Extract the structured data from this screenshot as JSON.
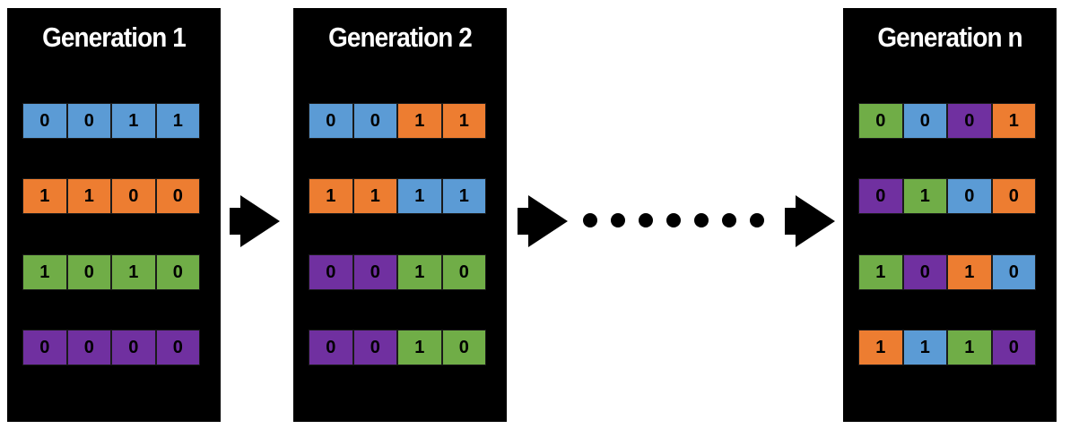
{
  "colors": {
    "blue": "#5b9bd5",
    "orange": "#ed7d31",
    "green": "#70ad47",
    "purple": "#7030a0",
    "panel": "#000000",
    "title_text": "#ffffff"
  },
  "generations": [
    {
      "title": "Generation 1",
      "chromosomes": [
        {
          "genes": [
            {
              "value": "0",
              "color": "blue"
            },
            {
              "value": "0",
              "color": "blue"
            },
            {
              "value": "1",
              "color": "blue"
            },
            {
              "value": "1",
              "color": "blue"
            }
          ]
        },
        {
          "genes": [
            {
              "value": "1",
              "color": "orange"
            },
            {
              "value": "1",
              "color": "orange"
            },
            {
              "value": "0",
              "color": "orange"
            },
            {
              "value": "0",
              "color": "orange"
            }
          ]
        },
        {
          "genes": [
            {
              "value": "1",
              "color": "green"
            },
            {
              "value": "0",
              "color": "green"
            },
            {
              "value": "1",
              "color": "green"
            },
            {
              "value": "0",
              "color": "green"
            }
          ]
        },
        {
          "genes": [
            {
              "value": "0",
              "color": "purple"
            },
            {
              "value": "0",
              "color": "purple"
            },
            {
              "value": "0",
              "color": "purple"
            },
            {
              "value": "0",
              "color": "purple"
            }
          ]
        }
      ]
    },
    {
      "title": "Generation 2",
      "chromosomes": [
        {
          "genes": [
            {
              "value": "0",
              "color": "blue"
            },
            {
              "value": "0",
              "color": "blue"
            },
            {
              "value": "1",
              "color": "orange"
            },
            {
              "value": "1",
              "color": "orange"
            }
          ]
        },
        {
          "genes": [
            {
              "value": "1",
              "color": "orange"
            },
            {
              "value": "1",
              "color": "orange"
            },
            {
              "value": "1",
              "color": "blue"
            },
            {
              "value": "1",
              "color": "blue"
            }
          ]
        },
        {
          "genes": [
            {
              "value": "0",
              "color": "purple"
            },
            {
              "value": "0",
              "color": "purple"
            },
            {
              "value": "1",
              "color": "green"
            },
            {
              "value": "0",
              "color": "green"
            }
          ]
        },
        {
          "genes": [
            {
              "value": "0",
              "color": "purple"
            },
            {
              "value": "0",
              "color": "purple"
            },
            {
              "value": "1",
              "color": "green"
            },
            {
              "value": "0",
              "color": "green"
            }
          ]
        }
      ]
    },
    {
      "title": "Generation n",
      "chromosomes": [
        {
          "genes": [
            {
              "value": "0",
              "color": "green"
            },
            {
              "value": "0",
              "color": "blue"
            },
            {
              "value": "0",
              "color": "purple"
            },
            {
              "value": "1",
              "color": "orange"
            }
          ]
        },
        {
          "genes": [
            {
              "value": "0",
              "color": "purple"
            },
            {
              "value": "1",
              "color": "green"
            },
            {
              "value": "0",
              "color": "blue"
            },
            {
              "value": "0",
              "color": "orange"
            }
          ]
        },
        {
          "genes": [
            {
              "value": "1",
              "color": "green"
            },
            {
              "value": "0",
              "color": "purple"
            },
            {
              "value": "1",
              "color": "orange"
            },
            {
              "value": "0",
              "color": "blue"
            }
          ]
        },
        {
          "genes": [
            {
              "value": "1",
              "color": "orange"
            },
            {
              "value": "1",
              "color": "blue"
            },
            {
              "value": "1",
              "color": "green"
            },
            {
              "value": "0",
              "color": "purple"
            }
          ]
        }
      ]
    }
  ]
}
